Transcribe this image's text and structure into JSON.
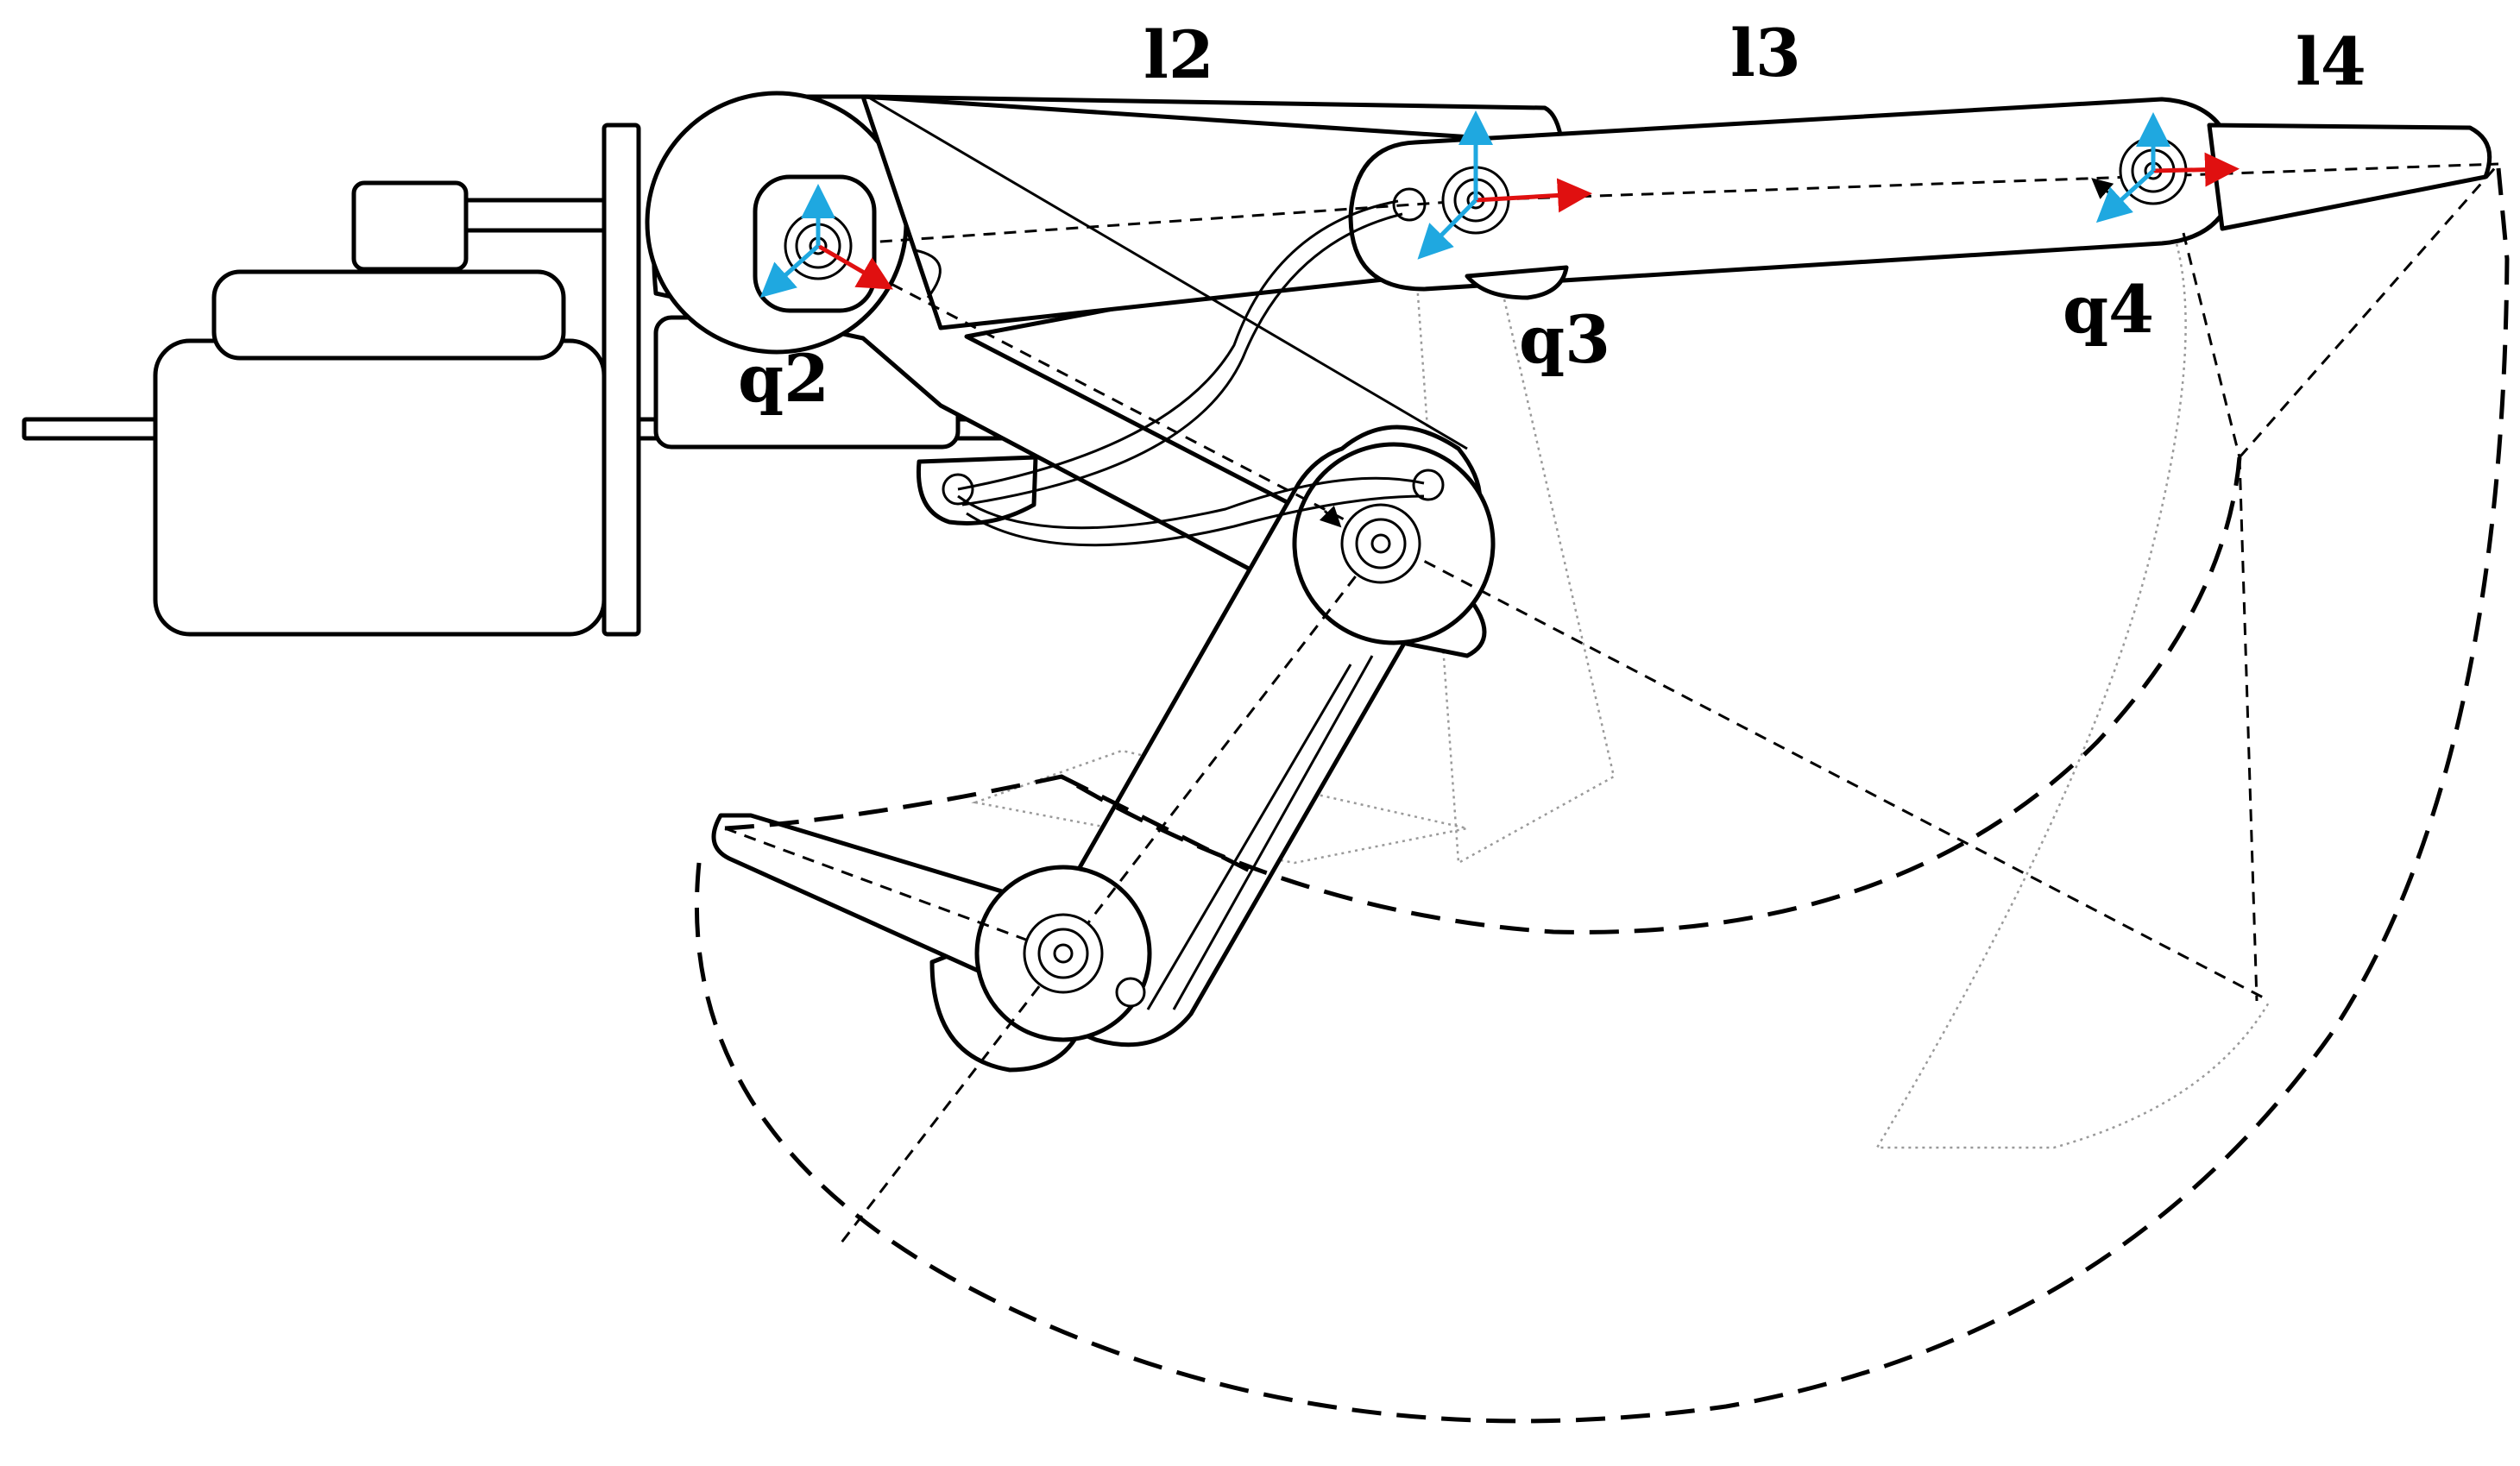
{
  "links": {
    "l2": "l2",
    "l3": "l3",
    "l4": "l4"
  },
  "joints": {
    "q2": "q2",
    "q3": "q3",
    "q4": "q4"
  },
  "colors": {
    "axis_x": "#e01010",
    "axis_y": "#1fa8e0",
    "axis_z": "#1fa8e0",
    "line": "#000000",
    "ghost_line": "#9a9a9a"
  }
}
